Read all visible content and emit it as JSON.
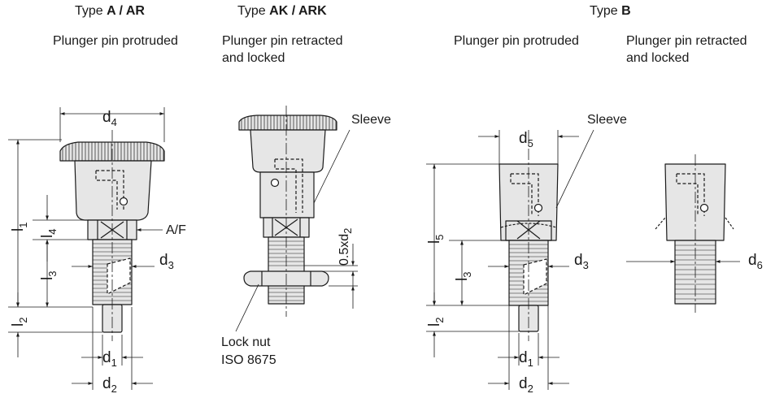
{
  "headers": {
    "type_a": {
      "prefix": "Type ",
      "bold": "A / AR"
    },
    "type_ak": {
      "prefix": "Type ",
      "bold": "AK / ARK"
    },
    "type_b": {
      "prefix": "Type ",
      "bold": "B"
    }
  },
  "captions": {
    "a_protruded": "Plunger pin protruded",
    "ak_retracted_1": "Plunger pin retracted",
    "ak_retracted_2": "and locked",
    "b_protruded": "Plunger pin protruded",
    "b_retracted_1": "Plunger pin retracted",
    "b_retracted_2": "and locked"
  },
  "labels": {
    "l": "l",
    "d": "d",
    "sub_1": "1",
    "sub_2": "2",
    "sub_3": "3",
    "sub_4": "4",
    "sub_5": "5",
    "sub_6": "6",
    "af": "A/F",
    "sleeve": "Sleeve",
    "half_d2_prefix": "0.5xd",
    "lock_nut_1": "Lock nut",
    "lock_nut_2": "ISO 8675"
  },
  "colors": {
    "part_fill": "#e6e6e6",
    "line": "#1a1a1a"
  }
}
